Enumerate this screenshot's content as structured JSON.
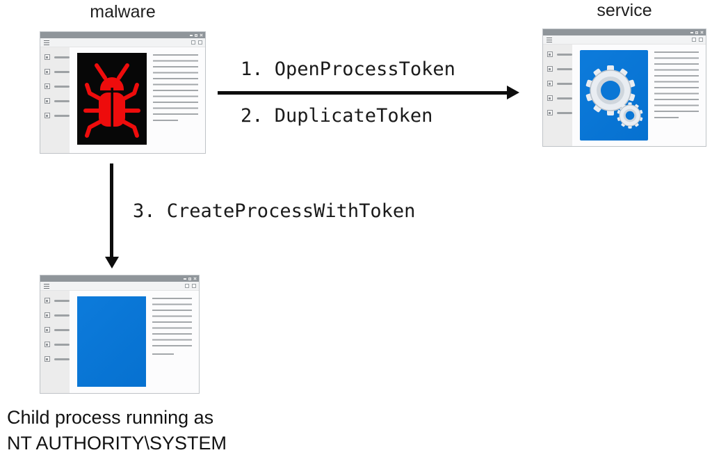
{
  "nodes": {
    "malware": {
      "label": "malware",
      "icon": "bug-icon"
    },
    "service": {
      "label": "service",
      "icon": "gears-icon"
    },
    "child": {
      "icon": "blue-panel-icon",
      "caption_line1": "Child process running as",
      "caption_line2": "NT AUTHORITY\\SYSTEM"
    }
  },
  "edges": {
    "malware_to_service": {
      "step1": "1. OpenProcessToken",
      "step2": "2. DuplicateToken"
    },
    "malware_to_child": {
      "step3": "3. CreateProcessWithToken"
    }
  },
  "colors": {
    "bug_red": "#ee0c0c",
    "bug_panel_black": "#070707",
    "accent_blue": "#0078d7",
    "titlebar_gray": "#8f959a",
    "arrow_black": "#0d0d0d",
    "placeholder_line_gray": "#a3a7aa"
  }
}
